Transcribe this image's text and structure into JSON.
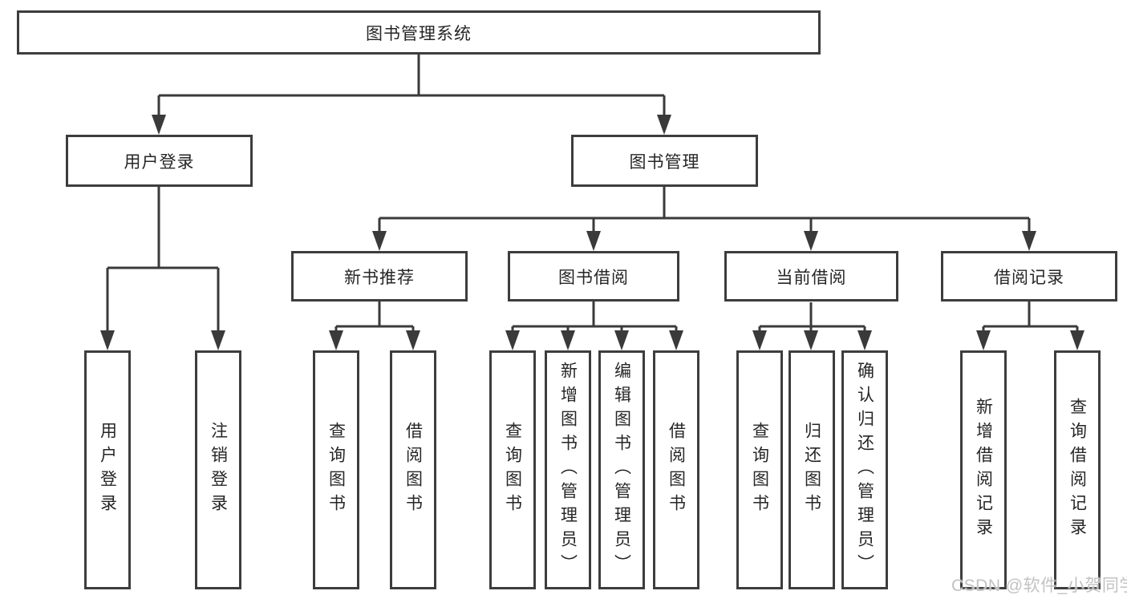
{
  "diagram": {
    "type": "hierarchy-tree",
    "nodes": {
      "root": "图书管理系统",
      "user_login": "用户登录",
      "book_mgmt": "图书管理",
      "new_book_rec": "新书推荐",
      "book_borrow": "图书借阅",
      "current_borrow": "当前借阅",
      "borrow_records": "借阅记录",
      "ul_user_login": "用户登录",
      "ul_logout": "注销登录",
      "nb_query_book": "查询图书",
      "nb_borrow_book": "借阅图书",
      "bb_query_book": "查询图书",
      "bb_add_book": "新增图书（管理员）",
      "bb_edit_book": "编辑图书（管理员）",
      "bb_borrow_book": "借阅图书",
      "cb_query_book": "查询图书",
      "cb_return_book": "归还图书",
      "cb_confirm_return": "确认归还（管理员）",
      "br_add_record": "新增借阅记录",
      "br_query_record": "查询借阅记录"
    },
    "hierarchy": {
      "图书管理系统": {
        "用户登录": [
          "用户登录",
          "注销登录"
        ],
        "图书管理": {
          "新书推荐": [
            "查询图书",
            "借阅图书"
          ],
          "图书借阅": [
            "查询图书",
            "新增图书（管理员）",
            "编辑图书（管理员）",
            "借阅图书"
          ],
          "当前借阅": [
            "查询图书",
            "归还图书",
            "确认归还（管理员）"
          ],
          "借阅记录": [
            "新增借阅记录",
            "查询借阅记录"
          ]
        }
      }
    },
    "colors": {
      "line": "#3a3a3a",
      "border": "#3d3d3d",
      "text": "#262626",
      "background": "#ffffff",
      "watermark_text_color": "#c2c2c2"
    }
  },
  "watermark": "CSDN @软件_小贺同学"
}
